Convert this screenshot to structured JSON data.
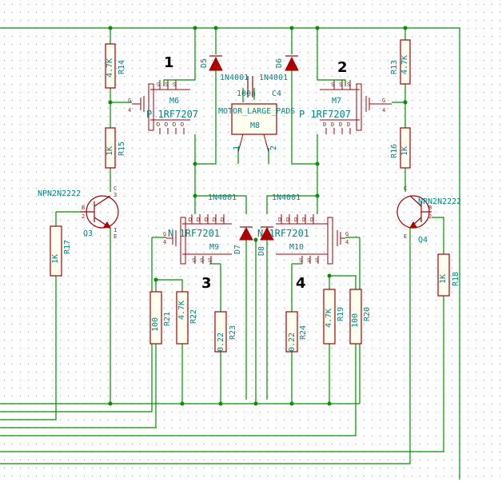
{
  "section_numbers": [
    "1",
    "2",
    "3",
    "4"
  ],
  "resistors": [
    {
      "ref": "R14",
      "value": "4.7K"
    },
    {
      "ref": "R15",
      "value": "1K"
    },
    {
      "ref": "R13",
      "value": "4.7K"
    },
    {
      "ref": "R16",
      "value": "1K"
    },
    {
      "ref": "R17",
      "value": "1K"
    },
    {
      "ref": "R18",
      "value": "1K"
    },
    {
      "ref": "R21",
      "value": "100"
    },
    {
      "ref": "R22",
      "value": "4.7K"
    },
    {
      "ref": "R23",
      "value": "0.22"
    },
    {
      "ref": "R24",
      "value": "0.22"
    },
    {
      "ref": "R19",
      "value": "4.7K"
    },
    {
      "ref": "R20",
      "value": "100"
    }
  ],
  "mosfets": [
    {
      "ref": "M6",
      "value": "P 1RF7207"
    },
    {
      "ref": "M7",
      "value": "P 1RF7207"
    },
    {
      "ref": "M9",
      "value": "N 1RF7201"
    },
    {
      "ref": "M10",
      "value": "N 1RF7201"
    }
  ],
  "transistors": [
    {
      "ref": "Q3",
      "value": "NPN2N2222"
    },
    {
      "ref": "Q4",
      "value": "NPN2N2222"
    }
  ],
  "diodes": [
    {
      "ref": "D5",
      "value": "1N4001"
    },
    {
      "ref": "D6",
      "value": "1N4001"
    },
    {
      "ref": "D7",
      "value": "1N4001"
    },
    {
      "ref": "D8",
      "value": "1N4001"
    }
  ],
  "capacitor": {
    "ref": "C4",
    "value": "100n"
  },
  "motor": {
    "ref": "M8",
    "value": "MOTOR_LARGE_PADS",
    "pin1": "1",
    "pin2": "2"
  },
  "pins": {
    "g": "G",
    "s": "S",
    "d": "D",
    "b": "B",
    "c": "C",
    "e": "E",
    "one": "1",
    "two": "2",
    "three": "3",
    "four": "4"
  }
}
